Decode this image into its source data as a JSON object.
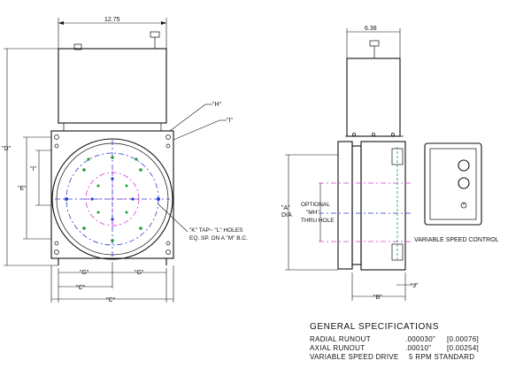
{
  "dimensions": {
    "overall_width": "12.75",
    "side_width": "6.38",
    "D": "\"D\"",
    "H": "\"H\"",
    "I_top": "\"I\"",
    "I_left": "\"I\"",
    "E": "\"E\"",
    "G_left": "\"G\"",
    "G_right": "\"G\"",
    "half_C": "\"C\"",
    "C": "\"C\"",
    "B": "\"B\"",
    "J": "\"J\"",
    "A_line1": "\"A\"",
    "A_line2": "DIA"
  },
  "notes": {
    "tap_line1": "\"K\" TAP~ \"L\" HOLES",
    "tap_line2": "EQ. SP. ON A \"M\" B.C.",
    "optional_line1": "OPTIONAL",
    "optional_line2": "\"MH\"",
    "optional_line3": "THRU HOLE",
    "control_label": "VARIABLE SPEED CONTROL"
  },
  "specs": {
    "title": "GENERAL SPECIFICATIONS",
    "rows": [
      {
        "name": "RADIAL RUNOUT",
        "value": ".000030\"",
        "metric": "[0.00076]"
      },
      {
        "name": "AXIAL RUNOUT",
        "value": ".00010\"",
        "metric": "[0.00254]"
      },
      {
        "name": "VARIABLE SPEED DRIVE",
        "value": "5 RPM STANDARD",
        "metric": ""
      }
    ]
  },
  "colors": {
    "line": "#111111",
    "centerline_magenta": "#d23cd2",
    "centerline_blue": "#2a3fd0",
    "hole_green": "#1f9a3b"
  }
}
